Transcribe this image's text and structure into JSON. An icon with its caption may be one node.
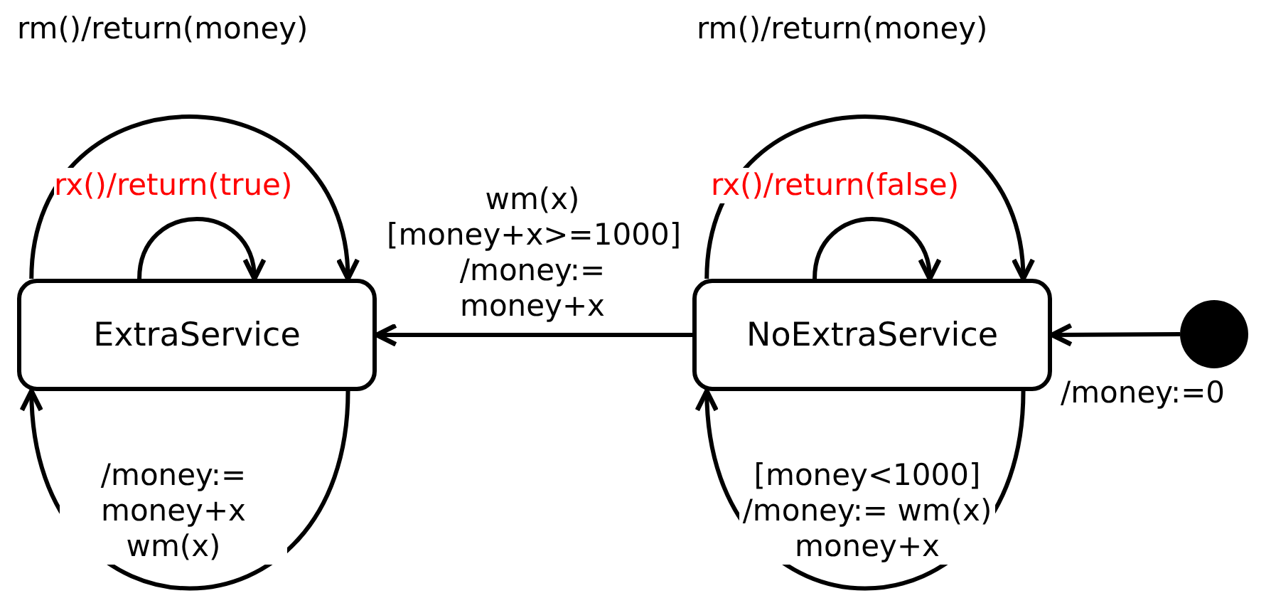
{
  "diagram": {
    "nodes": [
      {
        "text": [
          "ExtraService"
        ]
      },
      {
        "text": [
          "NoExtraService"
        ]
      },
      {
        "text": [],
        "shape": "circle"
      }
    ],
    "edges": [
      {
        "from": 0,
        "to": 0,
        "arrow": "to",
        "label": "rm()/return(money)"
      },
      {
        "from": 0,
        "to": 0,
        "arrow": "to",
        "label": "rx()/return(true)"
      },
      {
        "from": 0,
        "to": 0,
        "arrow": "to",
        "label": "/money:= money+x wm(x)"
      },
      {
        "from": 1,
        "to": 1,
        "arrow": "to",
        "label": "rm()/return(money)"
      },
      {
        "from": 1,
        "to": 1,
        "arrow": "to",
        "label": "rx()/return(false)"
      },
      {
        "from": 1,
        "to": 1,
        "arrow": "to",
        "label": "[money<1000] /money:= wm(x) money+x"
      },
      {
        "from": 1,
        "to": 0,
        "arrow": "to",
        "label": "wm(x) [money+x>=1000] /money:= money+x"
      },
      {
        "from": 2,
        "to": 1,
        "arrow": "to",
        "label": "/money:=0"
      }
    ]
  }
}
